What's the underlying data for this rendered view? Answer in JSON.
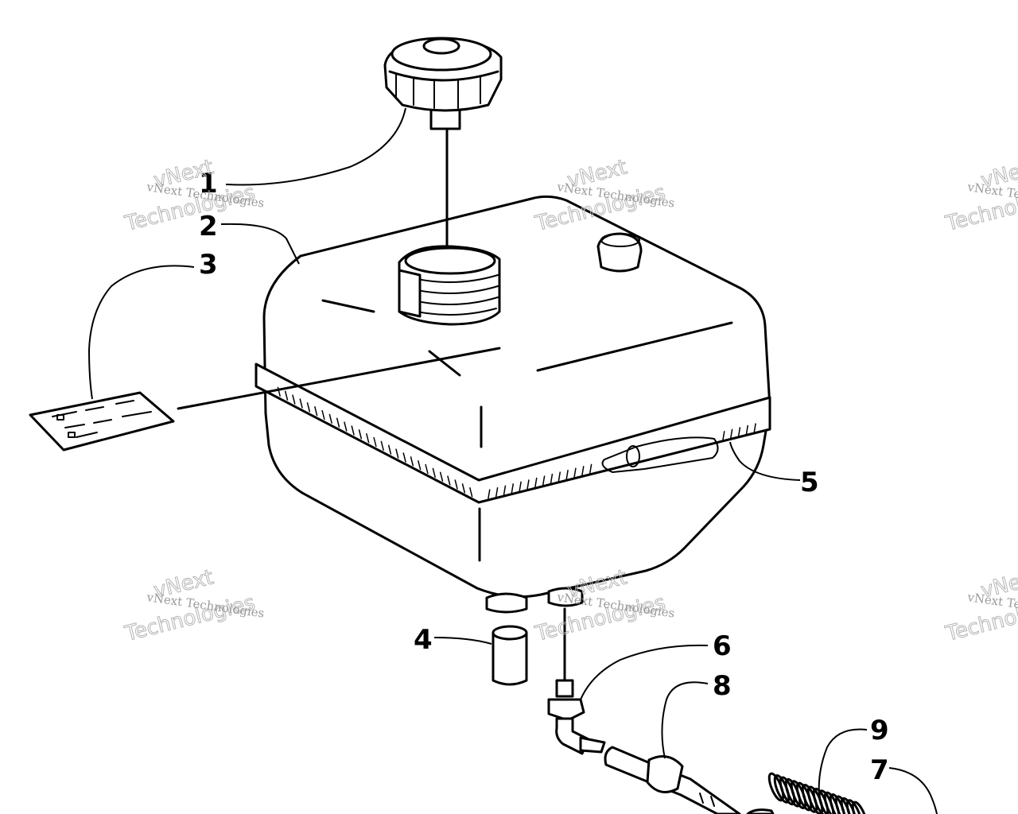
{
  "callouts": {
    "c1": "1",
    "c2": "2",
    "c3": "3",
    "c4": "4",
    "c5": "5",
    "c6": "6",
    "c7": "7",
    "c8": "8",
    "c9": "9"
  },
  "watermark": {
    "small": "vNext Technologies",
    "big_top": "vNext",
    "big_bottom": "Technologies"
  }
}
